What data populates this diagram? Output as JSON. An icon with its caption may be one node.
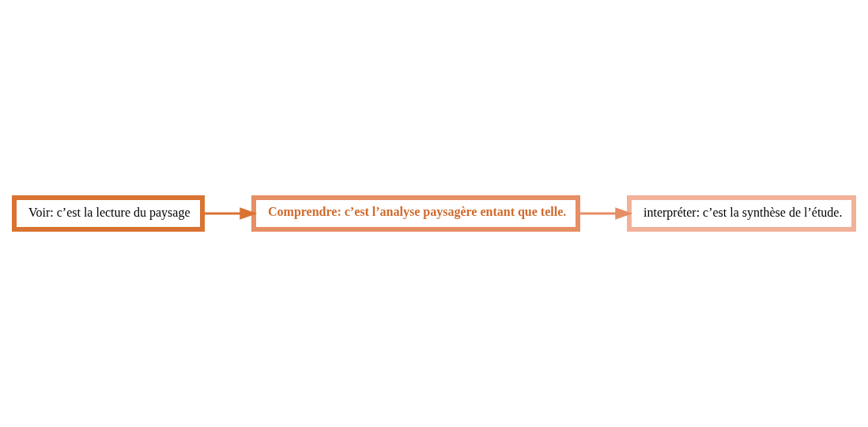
{
  "diagram": {
    "nodes": [
      {
        "text": [
          "Voir: c’est la lecture du paysage"
        ]
      },
      {
        "text": [
          "Comprendre: c’est l’analyse paysagère entant que telle."
        ]
      },
      {
        "text": [
          "interpréter: c’est la synthèse de l’étude."
        ]
      }
    ],
    "edges": [
      {
        "from": 0,
        "to": 1,
        "arrow": "to",
        "color": "#d97331"
      },
      {
        "from": 1,
        "to": 2,
        "arrow": "to",
        "color": "#e68e64"
      }
    ]
  }
}
